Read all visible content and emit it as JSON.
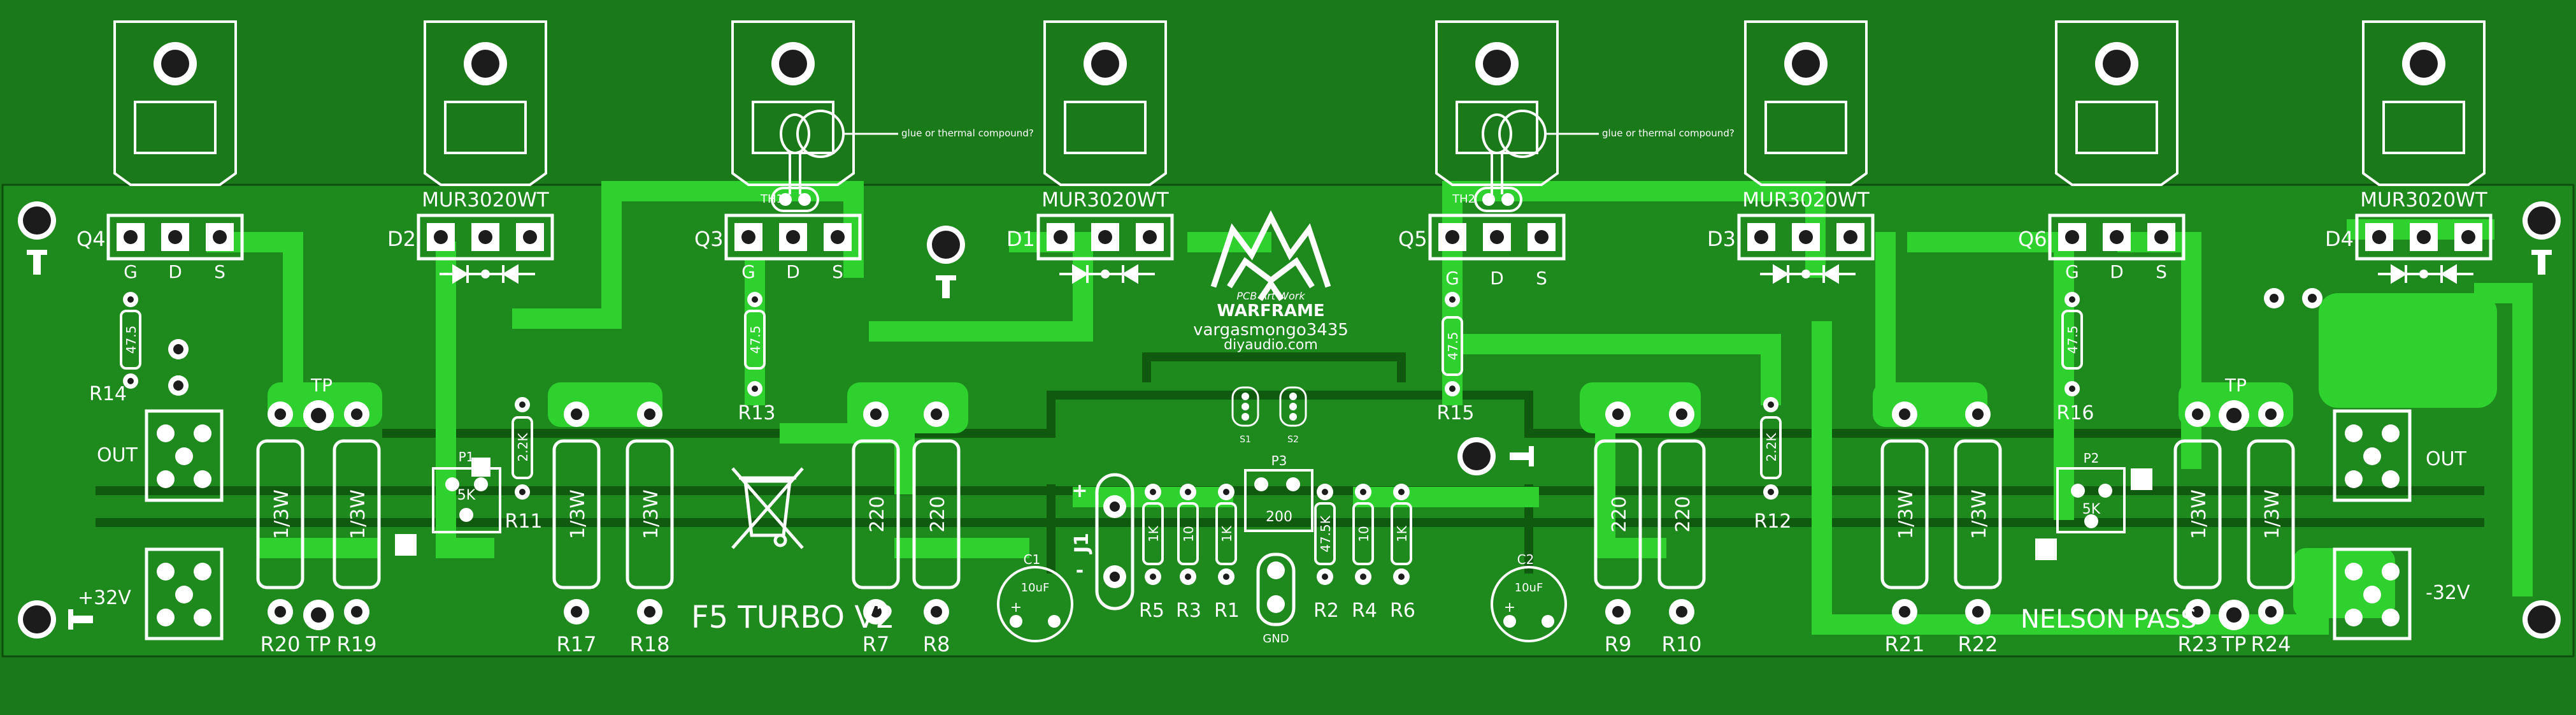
{
  "board": {
    "title": "F5 TURBO V2",
    "designer": "NELSON PASS",
    "credit_line1": "PCB Art Work",
    "credit_line2": "WARFRAME",
    "credit_line3": "vargasmongo3435",
    "credit_line4": "diyaudio.com",
    "colors": {
      "board": "#1a7a1a",
      "copper": "#2ed12e",
      "silk": "#ffffff"
    }
  },
  "annotations": {
    "glue_note": "glue or thermal compound?"
  },
  "transistor_pins": [
    "G",
    "D",
    "S"
  ],
  "power": {
    "plus": "+32V",
    "minus": "-32V",
    "out": "OUT",
    "gnd": "GND",
    "tp": "TP"
  },
  "heatsink_parts": {
    "q4": "Q4",
    "d2": "D2",
    "q3": "Q3",
    "d1": "D1",
    "q5": "Q5",
    "d3": "D3",
    "q6": "Q6",
    "d4": "D4",
    "diode_part": "MUR3020WT",
    "th1": "TH1",
    "th2": "TH2"
  },
  "resistors": {
    "r14": "R14",
    "r13": "R13",
    "r15": "R15",
    "r16": "R16",
    "r11": "R11",
    "r12": "R12",
    "r20": "R20",
    "r19": "R19",
    "r17": "R17",
    "r18": "R18",
    "r7": "R7",
    "r8": "R8",
    "r9": "R9",
    "r10": "R10",
    "r21": "R21",
    "r22": "R22",
    "r23": "R23",
    "r24": "R24",
    "r5": "R5",
    "r3": "R3",
    "r1": "R1",
    "r2": "R2",
    "r4": "R4",
    "r6": "R6",
    "v_1_3w": "1/3W",
    "v_220": "220",
    "v_47_5": "47.5",
    "v_2_2k": "2.2K",
    "v_1k": "1K",
    "v_10": "10",
    "v_47_5k": "47.5K"
  },
  "pots": {
    "p1": "P1",
    "p2": "P2",
    "p3": "P3",
    "v_5k": "5K",
    "v_200": "200"
  },
  "caps": {
    "c1": "C1",
    "c2": "C2",
    "value": "10uF",
    "plus": "+",
    "minus": "-"
  },
  "jfets": {
    "j1": "J1",
    "s1": "S1",
    "s2": "S2"
  }
}
